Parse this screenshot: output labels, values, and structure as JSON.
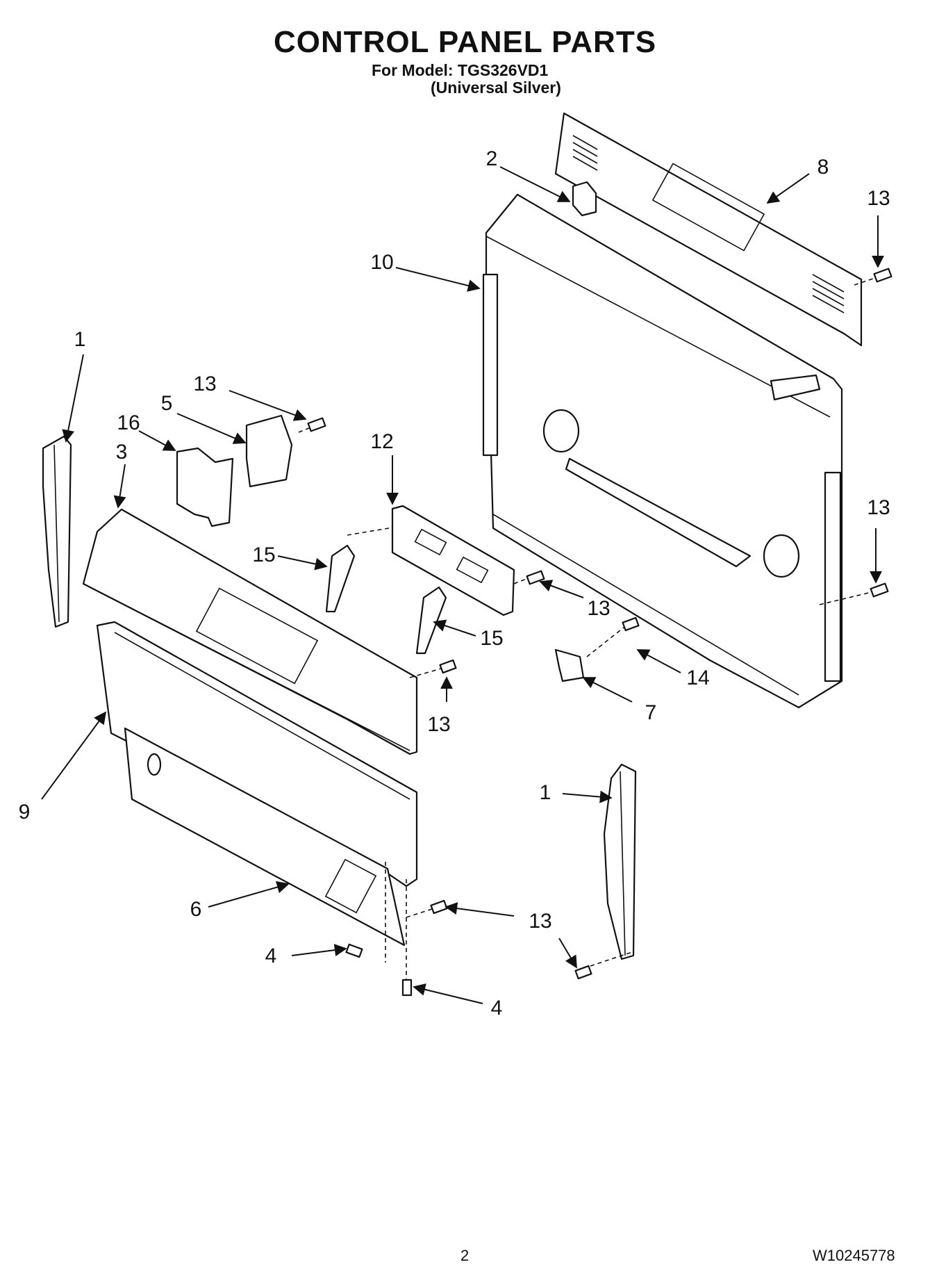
{
  "header": {
    "title": "CONTROL PANEL PARTS",
    "model_line": "For Model: TGS326VD1",
    "color_line": "(Universal Silver)"
  },
  "callouts": [
    {
      "id": "c1a",
      "label": "1"
    },
    {
      "id": "c1b",
      "label": "1"
    },
    {
      "id": "c2",
      "label": "2"
    },
    {
      "id": "c3",
      "label": "3"
    },
    {
      "id": "c4a",
      "label": "4"
    },
    {
      "id": "c4b",
      "label": "4"
    },
    {
      "id": "c5",
      "label": "5"
    },
    {
      "id": "c6",
      "label": "6"
    },
    {
      "id": "c7",
      "label": "7"
    },
    {
      "id": "c8",
      "label": "8"
    },
    {
      "id": "c9",
      "label": "9"
    },
    {
      "id": "c10",
      "label": "10"
    },
    {
      "id": "c12",
      "label": "12"
    },
    {
      "id": "c13a",
      "label": "13"
    },
    {
      "id": "c13b",
      "label": "13"
    },
    {
      "id": "c13c",
      "label": "13"
    },
    {
      "id": "c13d",
      "label": "13"
    },
    {
      "id": "c13e",
      "label": "13"
    },
    {
      "id": "c13f",
      "label": "13"
    },
    {
      "id": "c13g",
      "label": "13"
    },
    {
      "id": "c14",
      "label": "14"
    },
    {
      "id": "c15a",
      "label": "15"
    },
    {
      "id": "c15b",
      "label": "15"
    },
    {
      "id": "c16",
      "label": "16"
    }
  ],
  "footer": {
    "page_number": "2",
    "document_code": "W10245778"
  }
}
